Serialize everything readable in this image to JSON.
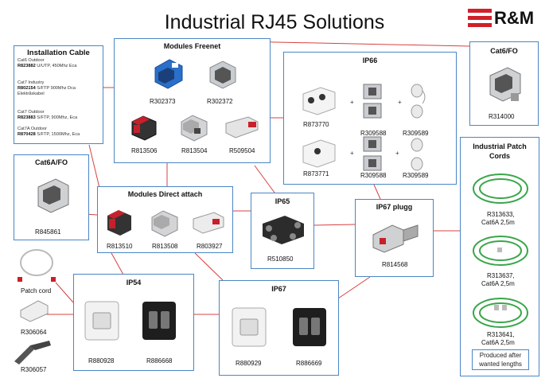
{
  "title": "Industrial RJ45 Solutions",
  "logo": {
    "text": "R&M",
    "color": "#d0202a"
  },
  "colors": {
    "box_border": "#4a86c4",
    "connector_line": "#d84040",
    "cable_green": "#3aa64a"
  },
  "installation_cable": {
    "title": "Installation Cable",
    "items": [
      {
        "name": "Cat6 Outdoor",
        "code": "R823882",
        "spec": "U/UTP, 450Mhz Eca"
      },
      {
        "name": "Cat7 Industry",
        "code": "R802154",
        "spec": "S/FTP 900Mhz Dca",
        "extra": "Elektråskabel"
      },
      {
        "name": "Cat7 Outdoor",
        "code": "R823883",
        "spec": "S/FTP, 900Mhz, Eca"
      },
      {
        "name": "Cat7A Outdoor",
        "code": "R870428",
        "spec": "S/FTP, 1500Mhz, Eca"
      }
    ]
  },
  "modules_freenet": {
    "title": "Modules Freenet",
    "items": [
      "R302373",
      "R302372",
      "R813506",
      "R813504",
      "R509504"
    ]
  },
  "ip66": {
    "title": "IP66",
    "row1": [
      "R873770",
      "R309588",
      "R309589"
    ],
    "row2": [
      "R873771",
      "R309588",
      "R309589"
    ]
  },
  "cat6_fo": {
    "title": "Cat6/FO",
    "code": "R314000"
  },
  "cat6a_fo": {
    "title": "Cat6A/FO",
    "code": "R845861"
  },
  "modules_direct": {
    "title": "Modules Direct attach",
    "items": [
      "R813510",
      "R813508",
      "R803927"
    ]
  },
  "ip65": {
    "title": "IP65",
    "code": "R510850"
  },
  "ip67_plugg": {
    "title": "IP67 plugg",
    "code": "R814568"
  },
  "patch_cords": {
    "title": "Industrial Patch Cords",
    "items": [
      {
        "code": "R313633,",
        "spec": "Cat6A 2,5m"
      },
      {
        "code": "R313637,",
        "spec": "Cat6A 2,5m"
      },
      {
        "code": "R313641,",
        "spec": "Cat6A 2,5m"
      }
    ],
    "note_line1": "Produced after",
    "note_line2": "wanted lengths"
  },
  "tools": {
    "patch_cord_label": "Patch cord",
    "boot_code": "R306064",
    "crimp_code": "R306057"
  },
  "ip54": {
    "title": "IP54",
    "items": [
      "R880928",
      "R886668"
    ]
  },
  "ip67": {
    "title": "IP67",
    "items": [
      "R880929",
      "R886669"
    ]
  }
}
